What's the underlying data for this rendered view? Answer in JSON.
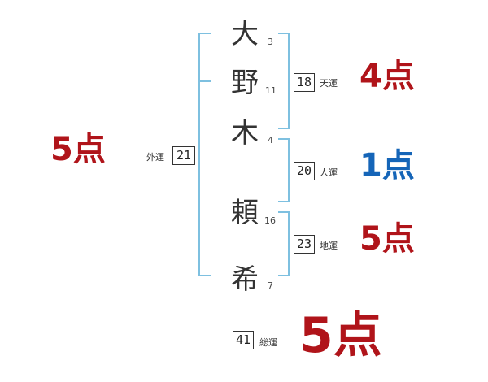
{
  "name_chars": [
    {
      "char": "大",
      "strokes": "3"
    },
    {
      "char": "野",
      "strokes": "11"
    },
    {
      "char": "木",
      "strokes": "4"
    },
    {
      "char": "頼",
      "strokes": "16"
    },
    {
      "char": "希",
      "strokes": "7"
    }
  ],
  "gaiun": {
    "number": "21",
    "label": "外運",
    "score": "5点"
  },
  "tenun": {
    "number": "18",
    "label": "天運",
    "score": "4点"
  },
  "jinun": {
    "number": "20",
    "label": "人運",
    "score": "1点"
  },
  "chiun": {
    "number": "23",
    "label": "地運",
    "score": "5点"
  },
  "souun": {
    "number": "41",
    "label": "総運",
    "score": "5点"
  },
  "colors": {
    "bracket": "#7ec0e0",
    "good": "#b0141a",
    "bad": "#1565b8"
  }
}
